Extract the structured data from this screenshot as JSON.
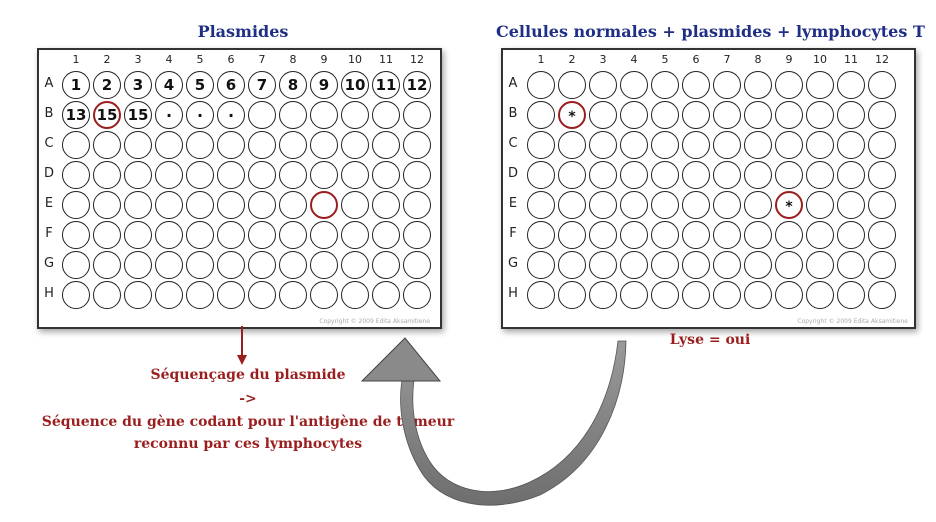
{
  "left_panel": {
    "title": "Plasmides",
    "columns": [
      "1",
      "2",
      "3",
      "4",
      "5",
      "6",
      "7",
      "8",
      "9",
      "10",
      "11",
      "12"
    ],
    "rows": [
      "A",
      "B",
      "C",
      "D",
      "E",
      "F",
      "G",
      "H"
    ],
    "wells": {
      "A1": "1",
      "A2": "2",
      "A3": "3",
      "A4": "4",
      "A5": "5",
      "A6": "6",
      "A7": "7",
      "A8": "8",
      "A9": "9",
      "A10": "10",
      "A11": "11",
      "A12": "12",
      "B1": "13",
      "B2": "15",
      "B3": "15",
      "B4": "·",
      "B5": "·",
      "B6": "·"
    },
    "highlighted": [
      "B2",
      "E9"
    ],
    "copyright": "Copyright © 2009 Edita Aksamitiene"
  },
  "right_panel": {
    "title": "Cellules normales + plasmides + lymphocytes T",
    "columns": [
      "1",
      "2",
      "3",
      "4",
      "5",
      "6",
      "7",
      "8",
      "9",
      "10",
      "11",
      "12"
    ],
    "rows": [
      "A",
      "B",
      "C",
      "D",
      "E",
      "F",
      "G",
      "H"
    ],
    "wells": {
      "B2": "*",
      "E9": "*"
    },
    "highlighted": [
      "B2",
      "E9"
    ],
    "copyright": "Copyright © 2009 Edita Aksamitiene",
    "result": "Lyse = oui"
  },
  "sequencing": {
    "line1": "Séquençage du plasmide",
    "line2": "->",
    "line3": "Séquence du gène codant pour l'antigène de tumeur",
    "line4": "reconnu par ces lymphocytes"
  },
  "colors": {
    "title": "#1f2f86",
    "accent_red": "#9b1e1e",
    "arrow_gray": "#808080"
  }
}
